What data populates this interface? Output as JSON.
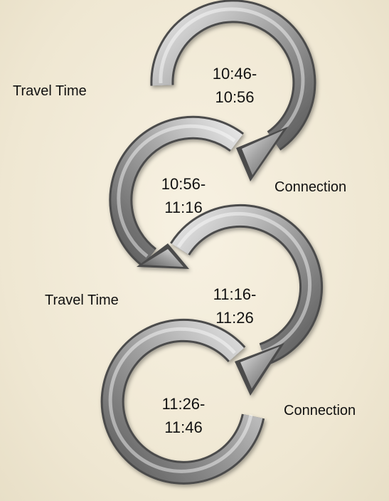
{
  "steps": [
    {
      "kind": "Travel Time",
      "time_start": "10:46-",
      "time_end": "10:56",
      "arrow_icon": "curved-arrow-icon"
    },
    {
      "kind": "Connection",
      "time_start": "10:56-",
      "time_end": "11:16",
      "arrow_icon": "curved-arrow-icon"
    },
    {
      "kind": "Travel Time",
      "time_start": "11:16-",
      "time_end": "11:26",
      "arrow_icon": "curved-arrow-icon"
    },
    {
      "kind": "Connection",
      "time_start": "11:26-",
      "time_end": "11:46",
      "arrow_icon": "curved-arrow-icon"
    }
  ],
  "colors": {
    "background": "#f1ead7",
    "arrow_dark": "#5c5c5c",
    "arrow_mid": "#9a9a9a",
    "arrow_light": "#e6e6e6",
    "text": "#111111"
  }
}
